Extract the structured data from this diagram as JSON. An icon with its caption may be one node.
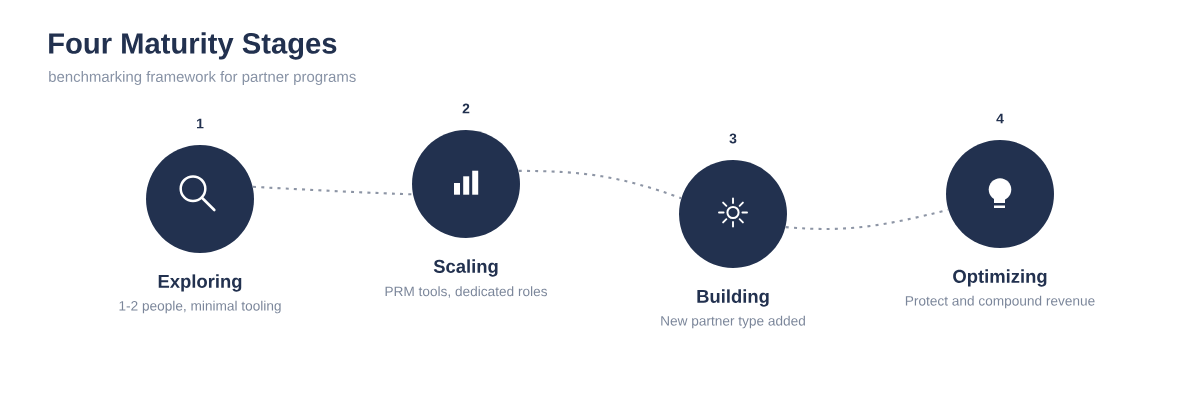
{
  "diagram": {
    "title": "Four Maturity Stages",
    "nodes": [
      {
        "text": [
          "Exploring",
          "1-2 people, minimal tooling"
        ],
        "beside": [
          "1"
        ]
      },
      {
        "text": [
          "Scaling",
          "PRM tools, dedicated roles"
        ],
        "beside": [
          "2"
        ]
      },
      {
        "text": [
          "Building",
          "New partner type added"
        ],
        "beside": [
          "3"
        ]
      },
      {
        "text": [
          "Optimizing",
          "Protect and compound revenue"
        ],
        "beside": [
          "4"
        ]
      }
    ],
    "edges": [
      {
        "from": 0,
        "to": 1,
        "arrow": "none",
        "style": "dashed"
      },
      {
        "from": 1,
        "to": 2,
        "arrow": "none",
        "style": "dashed"
      },
      {
        "from": 2,
        "to": 3,
        "arrow": "none",
        "style": "dashed"
      }
    ],
    "labels": [
      "benchmarking framework for partner programs"
    ]
  }
}
